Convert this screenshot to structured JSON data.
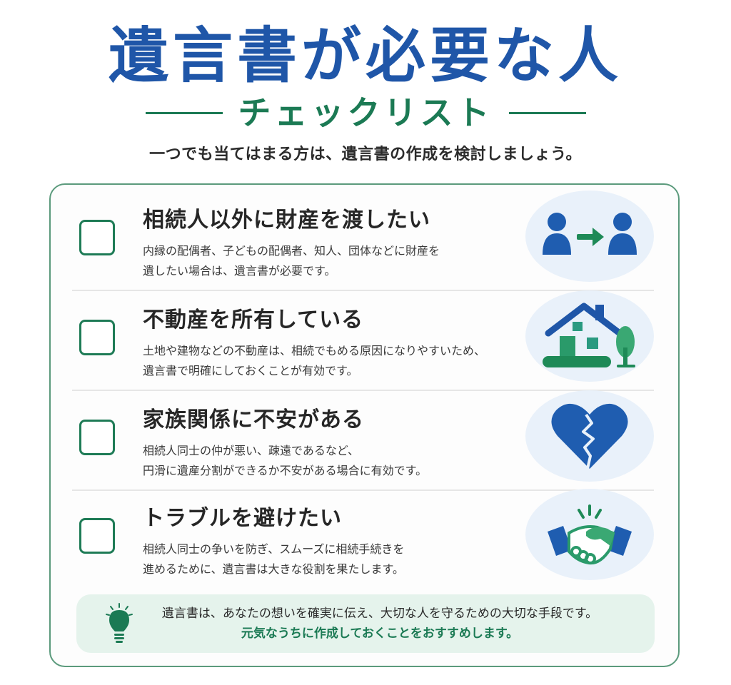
{
  "header": {
    "title": "遺言書が必要な人",
    "subtitle": "チェックリスト",
    "lead": "一つでも当てはまる方は、遺言書の作成を検討しましょう。"
  },
  "colors": {
    "title_blue": "#1f56a8",
    "accent_green": "#1b7a54",
    "icon_bg": "#e9f1fa",
    "tip_bg": "#e5f3ec",
    "card_border": "#5b9a7c"
  },
  "checklist": {
    "items": [
      {
        "heading": "相続人以外に財産を渡したい",
        "desc_line1": "内縁の配偶者、子どもの配偶者、知人、団体などに財産を",
        "desc_line2": "遺したい場合は、遺言書が必要です。",
        "icon": "person-transfer-icon",
        "checked": false
      },
      {
        "heading": "不動産を所有している",
        "desc_line1": "土地や建物などの不動産は、相続でもめる原因になりやすいため、",
        "desc_line2": "遺言書で明確にしておくことが有効です。",
        "icon": "house-icon",
        "checked": false
      },
      {
        "heading": "家族関係に不安がある",
        "desc_line1": "相続人同士の仲が悪い、疎遠であるなど、",
        "desc_line2": "円滑に遺産分割ができるか不安がある場合に有効です。",
        "icon": "broken-heart-icon",
        "checked": false
      },
      {
        "heading": "トラブルを避けたい",
        "desc_line1": "相続人同士の争いを防ぎ、スムーズに相続手続きを",
        "desc_line2": "進めるために、遺言書は大きな役割を果たします。",
        "icon": "handshake-icon",
        "checked": false
      }
    ]
  },
  "tip": {
    "icon": "lightbulb-icon",
    "line1": "遺言書は、あなたの想いを確実に伝え、大切な人を守るための大切な手段です。",
    "line2": "元気なうちに作成しておくことをおすすめします。"
  }
}
